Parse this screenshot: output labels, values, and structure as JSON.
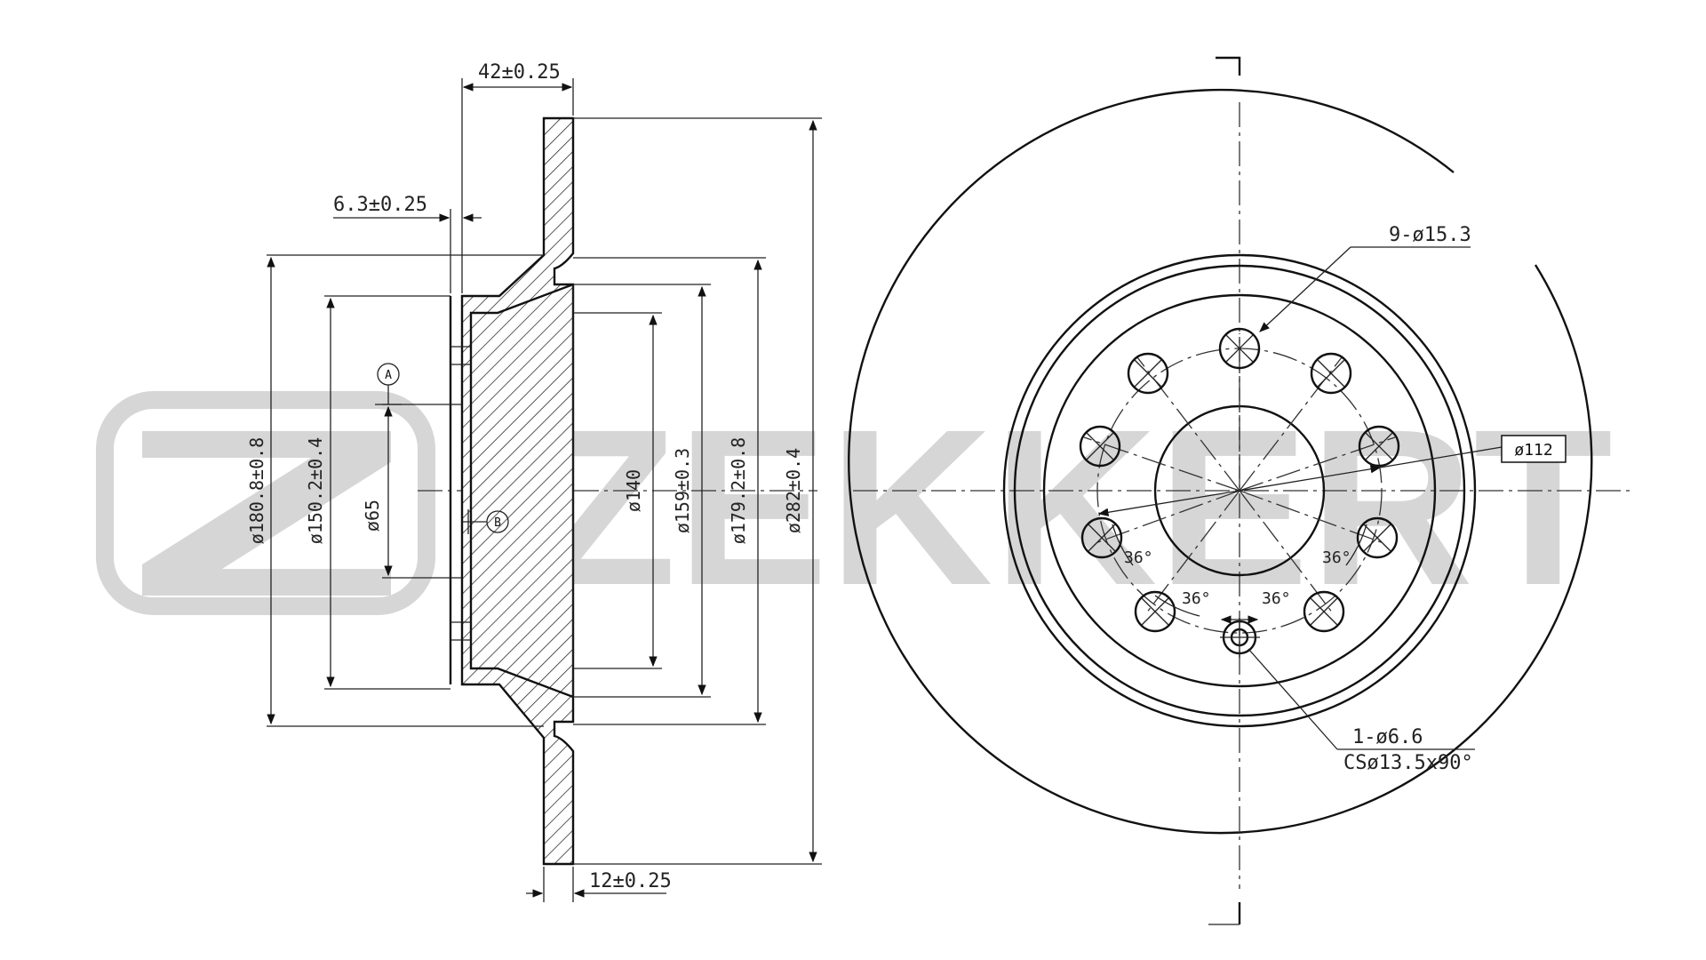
{
  "watermark": {
    "brand": "ZEKKERT",
    "color": "#d6d6d6"
  },
  "side_view": {
    "dims": {
      "hat_depth": "42±0.25",
      "flange": "6.3±0.25",
      "thickness": "12±0.25",
      "d180": "ø180.8±0.8",
      "d150": "ø150.2±0.4",
      "d65": "ø65",
      "d140": "ø140",
      "d159": "ø159±0.3",
      "d179": "ø179.2±0.8",
      "d282": "ø282±0.4"
    },
    "datums": {
      "a": "A",
      "b": "B"
    }
  },
  "front_view": {
    "holes_label": "9-ø15.3",
    "pcd_label": "ø112",
    "angles": [
      "36°",
      "36°",
      "36°",
      "36°"
    ],
    "small_hole_line1": "1-ø6.6",
    "small_hole_line2": "CSø13.5x90°"
  }
}
